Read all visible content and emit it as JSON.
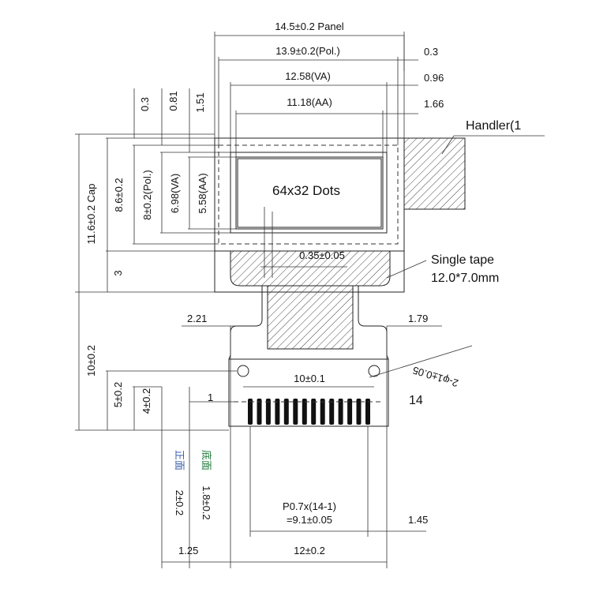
{
  "dims": {
    "panel_width": "14.5±0.2  Panel",
    "pol_width": "13.9±0.2(Pol.)",
    "va_width": "12.58(VA)",
    "aa_width": "11.18(AA)",
    "r_03": "0.3",
    "r_096": "0.96",
    "r_166": "1.66",
    "v_03": "0.3",
    "v_081": "0.81",
    "v_151": "1.51",
    "cap_height": "11.6±0.2  Cap",
    "panel_height": "8.6±0.2",
    "pol_height": "8±0.2(Pol.)",
    "va_height": "6.98(VA)",
    "aa_height": "5.58(AA)",
    "cap_3": "3",
    "fpc_height": "10±0.2",
    "fpc_5": "5±0.2",
    "fpc_4": "4±0.2",
    "left_221": "2.21",
    "right_179": "1.79",
    "hole_span": "10±0.1",
    "hole_dia": "2-φ1±0.05",
    "pin_1": "1",
    "pin_14": "14",
    "front_label": "正面",
    "front_dim": "2±0.2",
    "back_label": "底面",
    "back_dim": "1.8±0.2",
    "pitch_1": "P0.7x(14-1)",
    "pitch_2": "=9.1±0.05",
    "right_145": "1.45",
    "left_125": "1.25",
    "fpc_width": "12±0.2",
    "dots_offset": "0.35±0.05"
  },
  "labels": {
    "dots": "64x32 Dots",
    "handler": "Handler(1",
    "tape_1": "Single tape",
    "tape_2": "12.0*7.0mm"
  },
  "colors": {
    "line": "#222222",
    "front_label": "#3b5fa8",
    "back_label": "#1e7a3a"
  }
}
